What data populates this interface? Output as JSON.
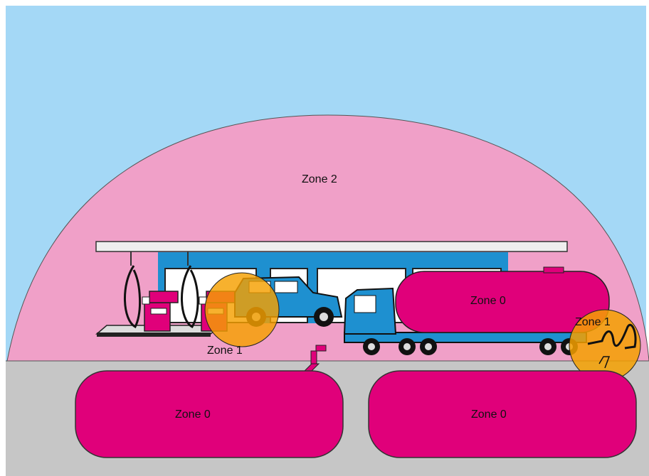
{
  "labels": {
    "zone2": "Zone 2",
    "zone1_pump": "Zone 1",
    "zone1_truck": "Zone 1",
    "zone0_tanker": "Zone 0",
    "zone0_tank_left": "Zone 0",
    "zone0_tank_right": "Zone 0"
  },
  "colors": {
    "sky": "#a4d8f6",
    "zone2_pink": "#f0a0c8",
    "zone0_magenta": "#e0007a",
    "zone1_orange": "#f5a000",
    "ground": "#c6c6c6",
    "vehicle_blue": "#1e90d0",
    "canopy": "#eeeeee",
    "building_blue": "#1e90d0"
  },
  "icons": [
    "fuel-pump-icon",
    "car-icon",
    "tanker-truck-icon",
    "fill-pipe-icon",
    "hose-icon"
  ]
}
